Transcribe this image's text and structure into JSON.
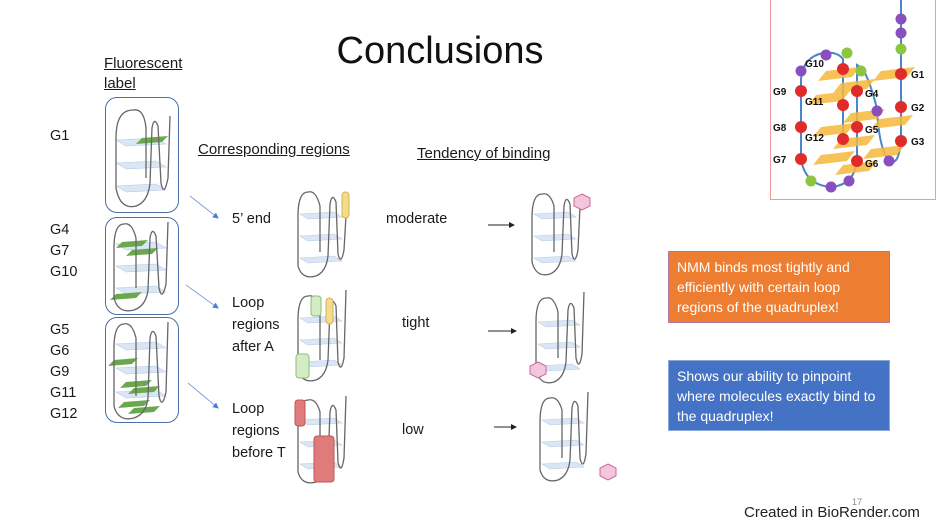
{
  "slide": {
    "title": "Conclusions",
    "page_number": "17",
    "footer": "Created in BioRender.com"
  },
  "headers": {
    "fluorescent_label_line1": "Fluorescent",
    "fluorescent_label_line2": "label",
    "corresponding_regions": "Corresponding regions",
    "tendency_of_binding": "Tendency of binding"
  },
  "groups": [
    {
      "labels": [
        "G1"
      ],
      "region_lines": [
        "5’ end"
      ],
      "tendency": "moderate",
      "highlight_color": "#f5dc8c"
    },
    {
      "labels": [
        "G4",
        "G7",
        "G10"
      ],
      "region_lines": [
        "Loop",
        "regions",
        "after A"
      ],
      "tendency": "tight",
      "highlight_color": "#d4ecc4"
    },
    {
      "labels": [
        "G5",
        "G6",
        "G9",
        "G11",
        "G12"
      ],
      "region_lines": [
        "Loop",
        "regions",
        "before T"
      ],
      "tendency": "low",
      "highlight_color": "#e07b7b"
    }
  ],
  "callouts": {
    "orange": "NMM binds most tightly and efficiently with certain loop regions of the quadruplex!",
    "blue": "Shows our ability to pinpoint where molecules exactly bind to the quadruplex!"
  },
  "quadruplex_diagram": {
    "labels": [
      "G1",
      "G2",
      "G3",
      "G4",
      "G5",
      "G6",
      "G7",
      "G8",
      "G9",
      "G10",
      "G11",
      "G12"
    ]
  },
  "colors": {
    "orange_callout": "#ed7d31",
    "blue_callout": "#4472c4",
    "box_border": "#4a6fa5",
    "nmm_hexagon": "#f3c6dd",
    "label_plane": "#6aa84f",
    "frame_border": "#f19a9a"
  }
}
